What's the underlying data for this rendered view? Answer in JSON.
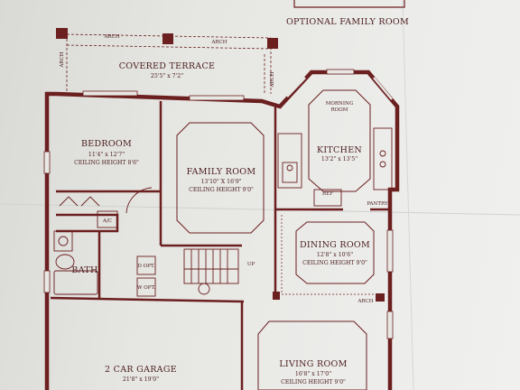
{
  "colors": {
    "wall": "#6b1f1f",
    "paper": "#e6e6e2",
    "ink": "#4a1d1d"
  },
  "header": {
    "optional_room": "OPTIONAL FAMILY ROOM"
  },
  "labels": {
    "arch": "ARCH",
    "covered_terrace": {
      "name": "COVERED TERRACE",
      "size": "25'5\" x 7'2\""
    },
    "bedroom": {
      "name": "BEDROOM",
      "size": "11'4\" x 12'7\"",
      "ceiling": "CEILING HEIGHT 8'6\""
    },
    "family_room": {
      "name": "FAMILY ROOM",
      "size": "13'10\" X 16'9\"",
      "ceiling": "CEILING HEIGHT 9'0\""
    },
    "morning_room": {
      "line1": "MORNING",
      "line2": "ROOM"
    },
    "kitchen": {
      "name": "KITCHEN",
      "size": "13'2\" x 13'5\""
    },
    "ref": "REF",
    "pantry": "PANTRY",
    "dining_room": {
      "name": "DINING ROOM",
      "size": "12'8\" x 10'6\"",
      "ceiling": "CEILING HEIGHT 9'0\""
    },
    "bath": "BATH",
    "ac": "A/C",
    "dryer": "D OPT.",
    "washer": "W OPT.",
    "up": "UP",
    "garage": {
      "name": "2 CAR GARAGE",
      "size": "21'8\" x 19'0\""
    },
    "living_room": {
      "name": "LIVING ROOM",
      "size": "16'8\" x 17'0\"",
      "ceiling": "CEILING HEIGHT 9'0\""
    }
  }
}
